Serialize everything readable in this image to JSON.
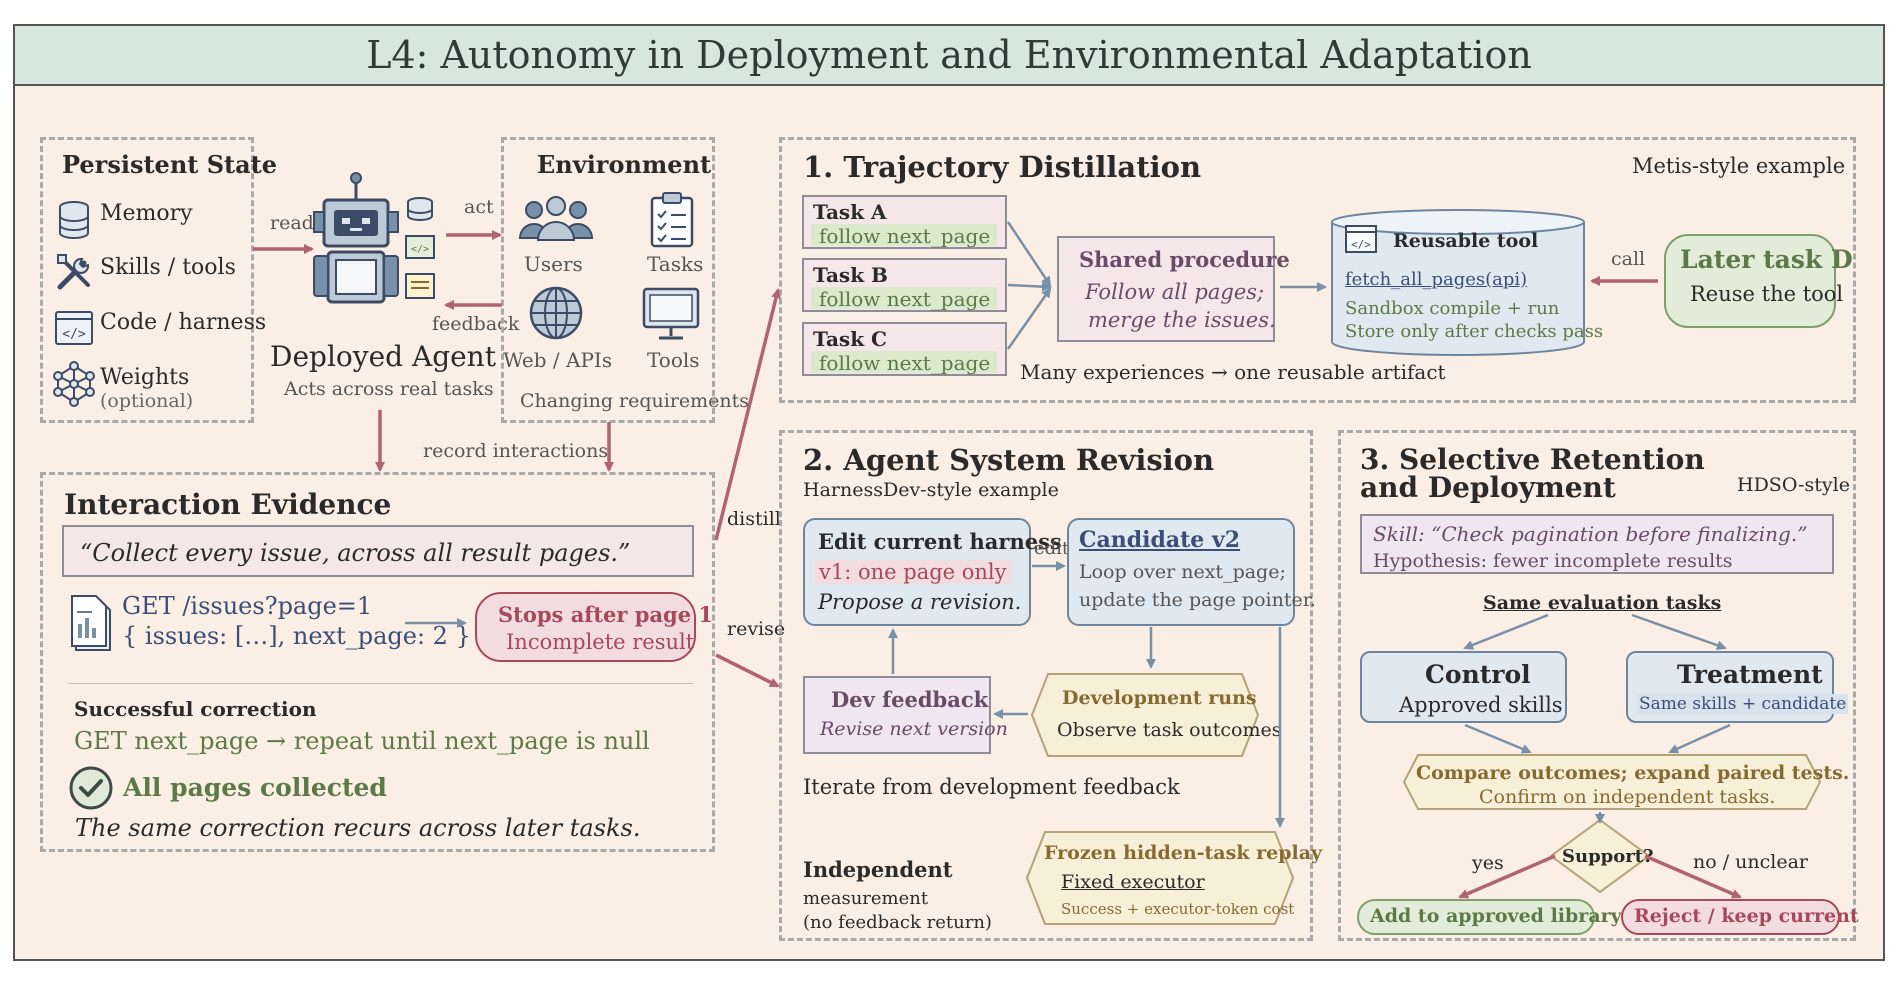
{
  "title": "L4: Autonomy in Deployment and Environmental Adaptation",
  "persistent_state": {
    "heading": "Persistent State",
    "items": [
      "Memory",
      "Skills / tools",
      "Code / harness",
      "Weights"
    ],
    "weights_note": "(optional)"
  },
  "agent": {
    "read": "read",
    "act": "act",
    "feedback": "feedback",
    "name": "Deployed Agent",
    "subtitle": "Acts across real tasks"
  },
  "environment": {
    "heading": "Environment",
    "items": [
      "Users",
      "Tasks",
      "Web / APIs",
      "Tools"
    ],
    "caption": "Changing requirements"
  },
  "record_label": "record interactions",
  "evidence": {
    "heading": "Interaction Evidence",
    "quote": "“Collect every issue, across all result pages.”",
    "request_line1": "GET /issues?page=1",
    "request_line2": "{ issues: […], next_page: 2 }",
    "stop_line1": "Stops after page 1",
    "stop_line2": "Incomplete result",
    "correction_heading": "Successful correction",
    "correction_line": "GET next_page → repeat until next_page is null",
    "collected": "All pages collected",
    "recurs": "The same correction recurs across later tasks."
  },
  "flow_labels": {
    "distill": "distill",
    "revise": "revise"
  },
  "distillation": {
    "heading": "1. Trajectory Distillation",
    "example": "Metis-style example",
    "tasks": [
      {
        "name": "Task A",
        "step": "follow next_page"
      },
      {
        "name": "Task B",
        "step": "follow next_page"
      },
      {
        "name": "Task C",
        "step": "follow next_page"
      }
    ],
    "shared_title": "Shared procedure",
    "shared_line1": "Follow all pages;",
    "shared_line2": "merge the issues.",
    "caption": "Many experiences → one reusable artifact",
    "tool_title": "Reusable tool",
    "tool_func": "fetch_all_pages(api)",
    "tool_line1": "Sandbox compile + run",
    "tool_line2": "Store only after checks pass",
    "call": "call",
    "later_title": "Later task D",
    "later_sub": "Reuse the tool"
  },
  "revision": {
    "heading": "2. Agent System Revision",
    "example": "HarnessDev-style example",
    "edit_title": "Edit current harness",
    "edit_v1": "v1: one page only",
    "edit_propose": "Propose a revision.",
    "edit_label": "edit",
    "cand_title": "Candidate v2",
    "cand_line1": "Loop over next_page;",
    "cand_line2": "update the page pointer.",
    "dev_fb_title": "Dev feedback",
    "dev_fb_sub": "Revise next version",
    "dev_runs_title": "Development runs",
    "dev_runs_sub": "Observe task outcomes",
    "iterate": "Iterate from development feedback",
    "indep_title": "Independent",
    "indep_line1": "measurement",
    "indep_line2": "(no feedback return)",
    "frozen_title": "Frozen hidden-task replay",
    "frozen_line1": "Fixed executor",
    "frozen_line2": "Success + executor-token cost"
  },
  "retention": {
    "heading_line1": "3. Selective Retention",
    "heading_line2": "and Deployment",
    "example": "HDSO-style",
    "skill": "Skill:  “Check pagination before finalizing.”",
    "hypothesis": "Hypothesis: fewer incomplete results",
    "same_eval": "Same evaluation tasks",
    "control_title": "Control",
    "control_sub": "Approved skills",
    "treat_title": "Treatment",
    "treat_sub": "Same skills + candidate",
    "compare_line1": "Compare outcomes; expand paired tests.",
    "compare_line2": "Confirm on independent tasks.",
    "support": "Support?",
    "yes": "yes",
    "no": "no / unclear",
    "add": "Add to approved library",
    "reject": "Reject / keep current"
  },
  "colors": {
    "background": "#fbeee4",
    "title_band": "#d5e7df",
    "accent_red": "#a7495a",
    "accent_green": "#5b7a47",
    "accent_blue": "#7891a8"
  }
}
